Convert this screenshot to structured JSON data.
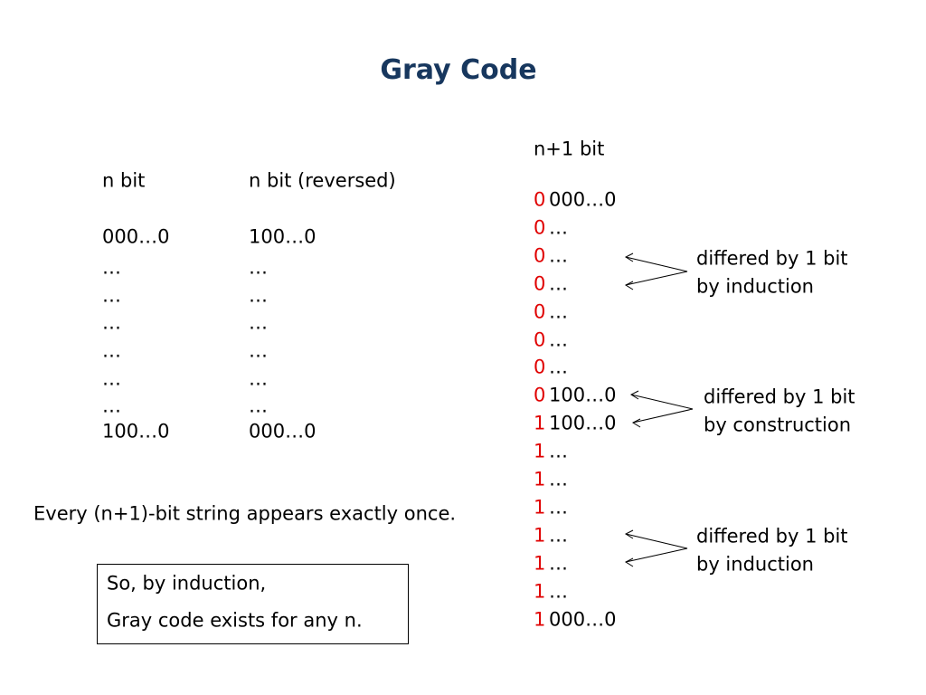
{
  "title": "Gray Code",
  "left_table": {
    "headers": [
      "n bit",
      "n bit (reversed)"
    ],
    "rows": [
      [
        "000…0",
        "100…0"
      ],
      [
        "…",
        "…"
      ],
      [
        "…",
        "…"
      ],
      [
        "…",
        "…"
      ],
      [
        "…",
        "…"
      ],
      [
        "…",
        "…"
      ],
      [
        "…",
        "…"
      ],
      [
        "100…0",
        "000…0"
      ]
    ]
  },
  "right_column": {
    "header": "n+1 bit",
    "rows": [
      {
        "prefix": "0",
        "rest": "000…0"
      },
      {
        "prefix": "0",
        "rest": "…"
      },
      {
        "prefix": "0",
        "rest": "…"
      },
      {
        "prefix": "0",
        "rest": "…"
      },
      {
        "prefix": "0",
        "rest": "…"
      },
      {
        "prefix": "0",
        "rest": "…"
      },
      {
        "prefix": "0",
        "rest": "…"
      },
      {
        "prefix": "0",
        "rest": "100…0"
      },
      {
        "prefix": "1",
        "rest": "100…0"
      },
      {
        "prefix": "1",
        "rest": "…"
      },
      {
        "prefix": "1",
        "rest": "…"
      },
      {
        "prefix": "1",
        "rest": "…"
      },
      {
        "prefix": "1",
        "rest": "…"
      },
      {
        "prefix": "1",
        "rest": "…"
      },
      {
        "prefix": "1",
        "rest": "…"
      },
      {
        "prefix": "1",
        "rest": "000…0"
      }
    ]
  },
  "annotations": [
    {
      "line1": "differed by 1 bit",
      "line2": "by induction"
    },
    {
      "line1": "differed by 1 bit",
      "line2": "by construction"
    },
    {
      "line1": "differed by 1 bit",
      "line2": "by induction"
    }
  ],
  "statement": "Every (n+1)-bit string appears exactly once.",
  "conclusion": {
    "line1": "So, by induction,",
    "line2": "Gray code exists for any n."
  },
  "colors": {
    "title": "#17375e",
    "prefix": "#e00000"
  }
}
